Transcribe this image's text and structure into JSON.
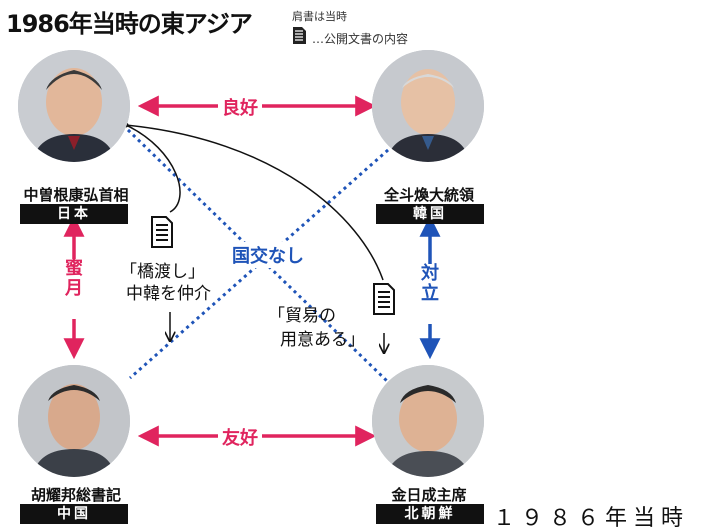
{
  "title": "1986年当時の東アジア",
  "legend": {
    "note_titles": "肩書は当時",
    "note_docs": "…公開文書の内容",
    "doc_icon": "document-icon"
  },
  "people": {
    "japan": {
      "name": "中曽根康弘首相",
      "country": "日本"
    },
    "korea": {
      "name": "全斗煥大統領",
      "country": "韓国"
    },
    "china": {
      "name": "胡耀邦総書記",
      "country": "中国"
    },
    "north_korea": {
      "name": "金日成主席",
      "country": "北朝鮮"
    }
  },
  "relations": {
    "japan_korea": "良好",
    "japan_china": "蜜月",
    "korea_north_korea": "対立",
    "china_north_korea": "友好",
    "no_relations": "国交なし"
  },
  "documents": {
    "bridge_line1": "「橋渡し」",
    "bridge_line2": "中韓を仲介",
    "trade_line1": "「貿易の",
    "trade_line2": "用意ある」"
  },
  "caption": "１９８６年当時",
  "colors": {
    "magenta": "#e0245e",
    "blue": "#1f54b8",
    "black": "#111111"
  }
}
